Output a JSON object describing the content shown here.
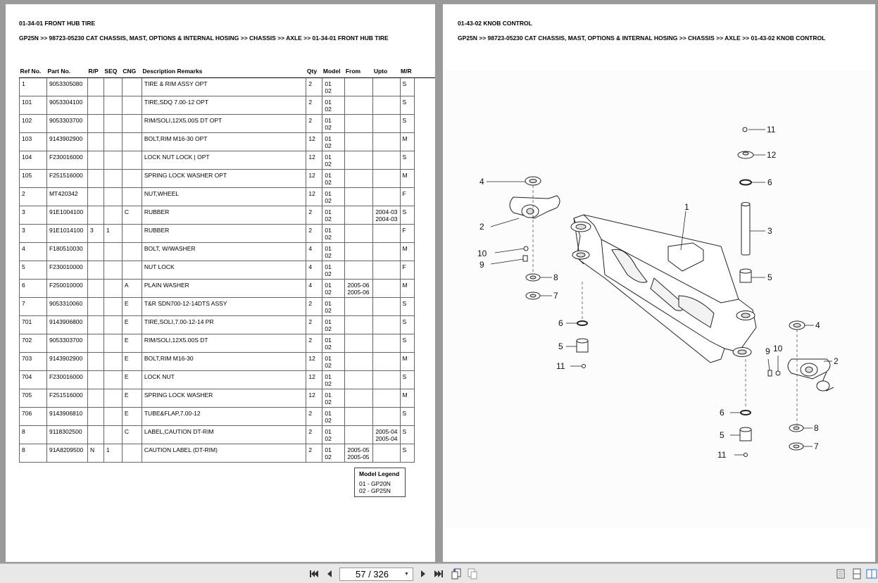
{
  "left_page": {
    "section_title": "01-34-01 FRONT HUB TIRE",
    "breadcrumb": "GP25N >> 98723-05230 CAT CHASSIS, MAST, OPTIONS & INTERNAL HOSING >> CHASSIS >> AXLE >> 01-34-01 FRONT HUB TIRE",
    "columns": [
      "Ref No.",
      "Part No.",
      "R/P",
      "SEQ",
      "CNG",
      "Description Remarks",
      "Qty",
      "Model",
      "From",
      "Upto",
      "M/R"
    ],
    "rows": [
      {
        "ref": "1",
        "part": "9053305080",
        "rp": "",
        "seq": "",
        "cng": "",
        "desc": "TIRE & RIM ASSY OPT",
        "qty": "2",
        "model1": "01",
        "model2": "02",
        "from1": "",
        "from2": "",
        "upto1": "",
        "upto2": "",
        "mr": "S"
      },
      {
        "ref": "101",
        "part": "9053304100",
        "rp": "",
        "seq": "",
        "cng": "",
        "desc": "TIRE,SDQ 7.00-12 OPT",
        "qty": "2",
        "model1": "01",
        "model2": "02",
        "from1": "",
        "from2": "",
        "upto1": "",
        "upto2": "",
        "mr": "S"
      },
      {
        "ref": "102",
        "part": "9053303700",
        "rp": "",
        "seq": "",
        "cng": "",
        "desc": "RIM/SOLI,12X5.00S DT OPT",
        "qty": "2",
        "model1": "01",
        "model2": "02",
        "from1": "",
        "from2": "",
        "upto1": "",
        "upto2": "",
        "mr": "S"
      },
      {
        "ref": "103",
        "part": "9143902900",
        "rp": "",
        "seq": "",
        "cng": "",
        "desc": "BOLT,RIM M16-30 OPT",
        "qty": "12",
        "model1": "01",
        "model2": "02",
        "from1": "",
        "from2": "",
        "upto1": "",
        "upto2": "",
        "mr": "M"
      },
      {
        "ref": "104",
        "part": "F230016000",
        "rp": "",
        "seq": "",
        "cng": "",
        "desc": "LOCK NUT LOCK | OPT",
        "qty": "12",
        "model1": "01",
        "model2": "02",
        "from1": "",
        "from2": "",
        "upto1": "",
        "upto2": "",
        "mr": "S"
      },
      {
        "ref": "105",
        "part": "F251516000",
        "rp": "",
        "seq": "",
        "cng": "",
        "desc": "SPRING LOCK WASHER OPT",
        "qty": "12",
        "model1": "01",
        "model2": "02",
        "from1": "",
        "from2": "",
        "upto1": "",
        "upto2": "",
        "mr": "M"
      },
      {
        "ref": "2",
        "part": "MT420342",
        "rp": "",
        "seq": "",
        "cng": "",
        "desc": "NUT,WHEEL",
        "qty": "12",
        "model1": "01",
        "model2": "02",
        "from1": "",
        "from2": "",
        "upto1": "",
        "upto2": "",
        "mr": "F"
      },
      {
        "ref": "3",
        "part": "91E1004100",
        "rp": "",
        "seq": "",
        "cng": "C",
        "desc": "RUBBER",
        "qty": "2",
        "model1": "01",
        "model2": "02",
        "from1": "",
        "from2": "",
        "upto1": "2004-03",
        "upto2": "2004-03",
        "mr": "S"
      },
      {
        "ref": "3",
        "part": "91E1014100",
        "rp": "3",
        "seq": "1",
        "cng": "",
        "desc": "RUBBER",
        "qty": "2",
        "model1": "01",
        "model2": "02",
        "from1": "",
        "from2": "",
        "upto1": "",
        "upto2": "",
        "mr": "F"
      },
      {
        "ref": "4",
        "part": "F180510030",
        "rp": "",
        "seq": "",
        "cng": "",
        "desc": "BOLT, W/WASHER",
        "qty": "4",
        "model1": "01",
        "model2": "02",
        "from1": "",
        "from2": "",
        "upto1": "",
        "upto2": "",
        "mr": "M"
      },
      {
        "ref": "5",
        "part": "F230010000",
        "rp": "",
        "seq": "",
        "cng": "",
        "desc": "NUT LOCK",
        "qty": "4",
        "model1": "01",
        "model2": "02",
        "from1": "",
        "from2": "",
        "upto1": "",
        "upto2": "",
        "mr": "F"
      },
      {
        "ref": "6",
        "part": "F250010000",
        "rp": "",
        "seq": "",
        "cng": "A",
        "desc": "PLAIN WASHER",
        "qty": "4",
        "model1": "01",
        "model2": "02",
        "from1": "2005-06",
        "from2": "2005-06",
        "upto1": "",
        "upto2": "",
        "mr": "M"
      },
      {
        "ref": "7",
        "part": "9053310060",
        "rp": "",
        "seq": "",
        "cng": "E",
        "desc": "T&R SDN700-12-14DTS ASSY",
        "qty": "2",
        "model1": "01",
        "model2": "02",
        "from1": "",
        "from2": "",
        "upto1": "",
        "upto2": "",
        "mr": "S"
      },
      {
        "ref": "701",
        "part": "9143906800",
        "rp": "",
        "seq": "",
        "cng": "E",
        "desc": "TIRE,SOLI,7.00-12-14 PR",
        "qty": "2",
        "model1": "01",
        "model2": "02",
        "from1": "",
        "from2": "",
        "upto1": "",
        "upto2": "",
        "mr": "S"
      },
      {
        "ref": "702",
        "part": "9053303700",
        "rp": "",
        "seq": "",
        "cng": "E",
        "desc": "RIM/SOLI,12X5.00S DT",
        "qty": "2",
        "model1": "01",
        "model2": "02",
        "from1": "",
        "from2": "",
        "upto1": "",
        "upto2": "",
        "mr": "S"
      },
      {
        "ref": "703",
        "part": "9143902900",
        "rp": "",
        "seq": "",
        "cng": "E",
        "desc": "BOLT,RIM M16-30",
        "qty": "12",
        "model1": "01",
        "model2": "02",
        "from1": "",
        "from2": "",
        "upto1": "",
        "upto2": "",
        "mr": "M"
      },
      {
        "ref": "704",
        "part": "F230016000",
        "rp": "",
        "seq": "",
        "cng": "E",
        "desc": "LOCK NUT",
        "qty": "12",
        "model1": "01",
        "model2": "02",
        "from1": "",
        "from2": "",
        "upto1": "",
        "upto2": "",
        "mr": "S"
      },
      {
        "ref": "705",
        "part": "F251516000",
        "rp": "",
        "seq": "",
        "cng": "E",
        "desc": "SPRING LOCK WASHER",
        "qty": "12",
        "model1": "01",
        "model2": "02",
        "from1": "",
        "from2": "",
        "upto1": "",
        "upto2": "",
        "mr": "M"
      },
      {
        "ref": "706",
        "part": "9143906810",
        "rp": "",
        "seq": "",
        "cng": "E",
        "desc": "TUBE&FLAP,7.00-12",
        "qty": "2",
        "model1": "01",
        "model2": "02",
        "from1": "",
        "from2": "",
        "upto1": "",
        "upto2": "",
        "mr": "S"
      },
      {
        "ref": "8",
        "part": "9118302500",
        "rp": "",
        "seq": "",
        "cng": "C",
        "desc": "LABEL,CAUTION DT-RIM",
        "qty": "2",
        "model1": "01",
        "model2": "02",
        "from1": "",
        "from2": "",
        "upto1": "2005-04",
        "upto2": "2005-04",
        "mr": "S"
      },
      {
        "ref": "8",
        "part": "91A8209500",
        "rp": "N",
        "seq": "1",
        "cng": "",
        "desc": "CAUTION LABEL (DT-RIM)",
        "qty": "2",
        "model1": "01",
        "model2": "02",
        "from1": "2005-05",
        "from2": "2005-05",
        "upto1": "",
        "upto2": "",
        "mr": "S"
      }
    ],
    "legend": {
      "title": "Model Legend",
      "line1": "01 - GP20N",
      "line2": "02 - GP25N"
    }
  },
  "right_page": {
    "section_title": "01-43-02 KNOB CONTROL",
    "breadcrumb": "GP25N >> 98723-05230 CAT CHASSIS, MAST, OPTIONS & INTERNAL HOSING >> CHASSIS >> AXLE >> 01-43-02 KNOB CONTROL",
    "callouts": [
      "11",
      "12",
      "6",
      "4",
      "1",
      "2",
      "3",
      "10",
      "9",
      "8",
      "7",
      "5",
      "6",
      "4",
      "5",
      "9",
      "10",
      "2",
      "11",
      "6",
      "5",
      "8",
      "7",
      "11"
    ]
  },
  "toolbar": {
    "page_indicator": "57 / 326",
    "icons": [
      "first-page-icon",
      "prev-page-icon",
      "next-page-icon",
      "last-page-icon",
      "back-view-icon",
      "forward-view-icon",
      "single-page-icon",
      "continuous-page-icon",
      "two-page-icon"
    ]
  }
}
